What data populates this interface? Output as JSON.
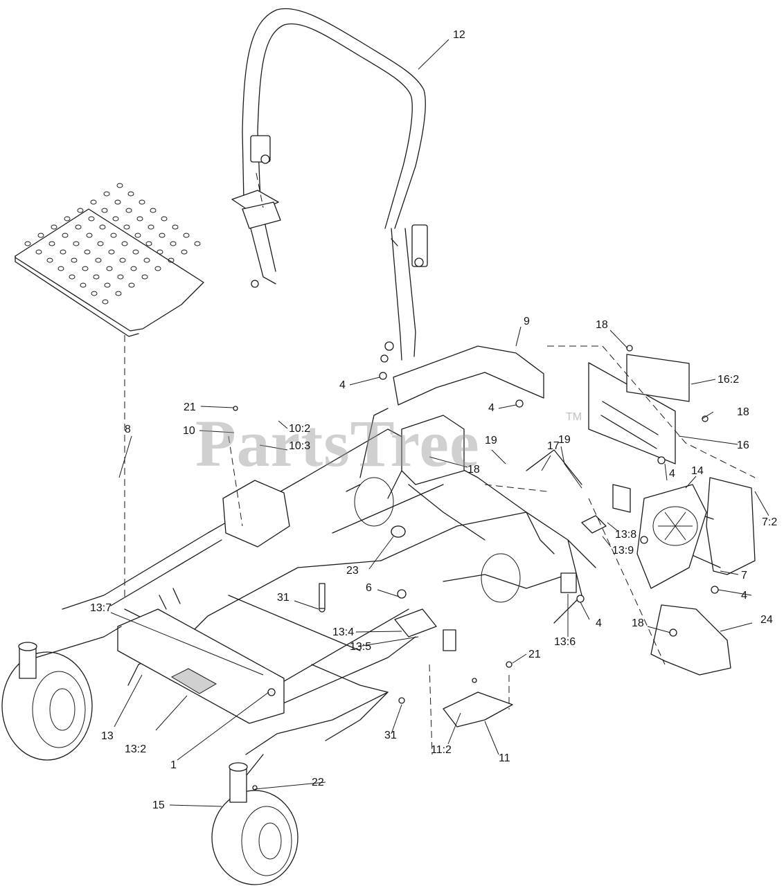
{
  "watermark": {
    "text": "PartsTree",
    "mark": "TM"
  },
  "callouts": {
    "c12": "12",
    "c9": "9",
    "c18a": "18",
    "c4a": "4",
    "c4b": "4",
    "c16_2": "16:2",
    "c18b": "18",
    "c21a": "21",
    "c10_2": "10:2",
    "c10": "10",
    "c10_3": "10:3",
    "c8": "8",
    "c19a": "19",
    "c17": "17",
    "c19b": "19",
    "c16": "16",
    "c18c": "18",
    "c4c": "4",
    "c14": "14",
    "c7_2": "7:2",
    "c13_8": "13:8",
    "c13_9": "13:9",
    "c23": "23",
    "c7": "7",
    "c6": "6",
    "c4d": "4",
    "c31a": "31",
    "c4e": "4",
    "c13_7": "13:7",
    "c18d": "18",
    "c24": "24",
    "c13_4": "13:4",
    "c13_5": "13:5",
    "c13_6": "13:6",
    "c21b": "21",
    "c13": "13",
    "c13_2": "13:2",
    "c31b": "31",
    "c11_2": "11:2",
    "c11": "11",
    "c1": "1",
    "c22": "22",
    "c15": "15"
  }
}
